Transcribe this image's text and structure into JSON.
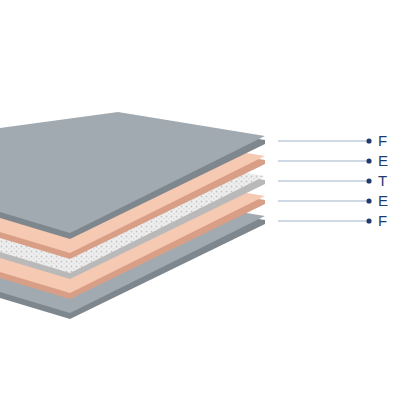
{
  "diagram": {
    "labels": [
      "F",
      "E",
      "T",
      "E",
      "F"
    ]
  }
}
